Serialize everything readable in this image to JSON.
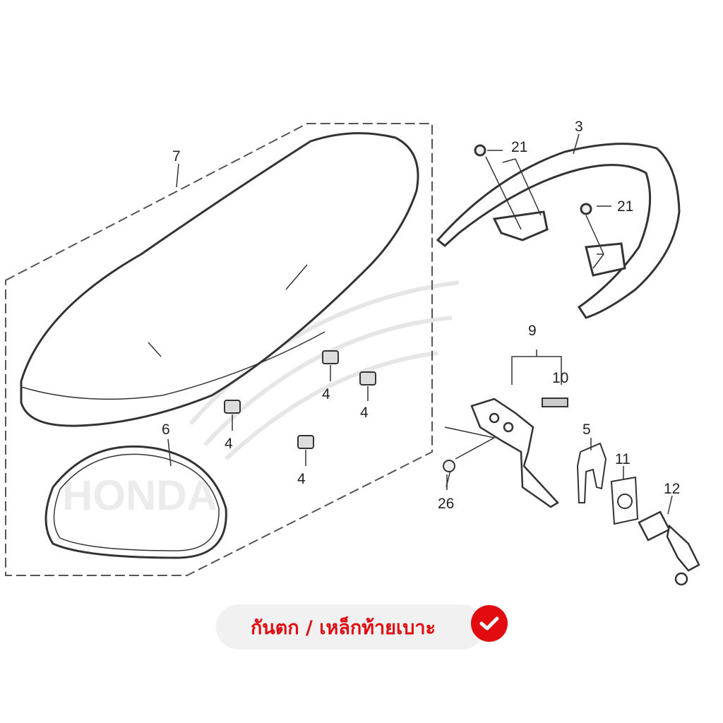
{
  "diagram": {
    "brand_watermark": "HONDA",
    "callouts": {
      "seat": "7",
      "grab_rail": "3",
      "bolt_a": "21",
      "bolt_b": "21",
      "hinge_assembly": "9",
      "spring": "10",
      "hook": "5",
      "plate": "11",
      "lock_set": "12",
      "bolt_c": "26",
      "clip_a": "4",
      "clip_b": "4",
      "clip_c": "4",
      "clip_d": "4",
      "seal": "6"
    }
  },
  "banner": {
    "label": "กันตก / เหล็กท้ายเบาะ",
    "icon": "check-circle-icon",
    "accent": "#e10b10"
  }
}
